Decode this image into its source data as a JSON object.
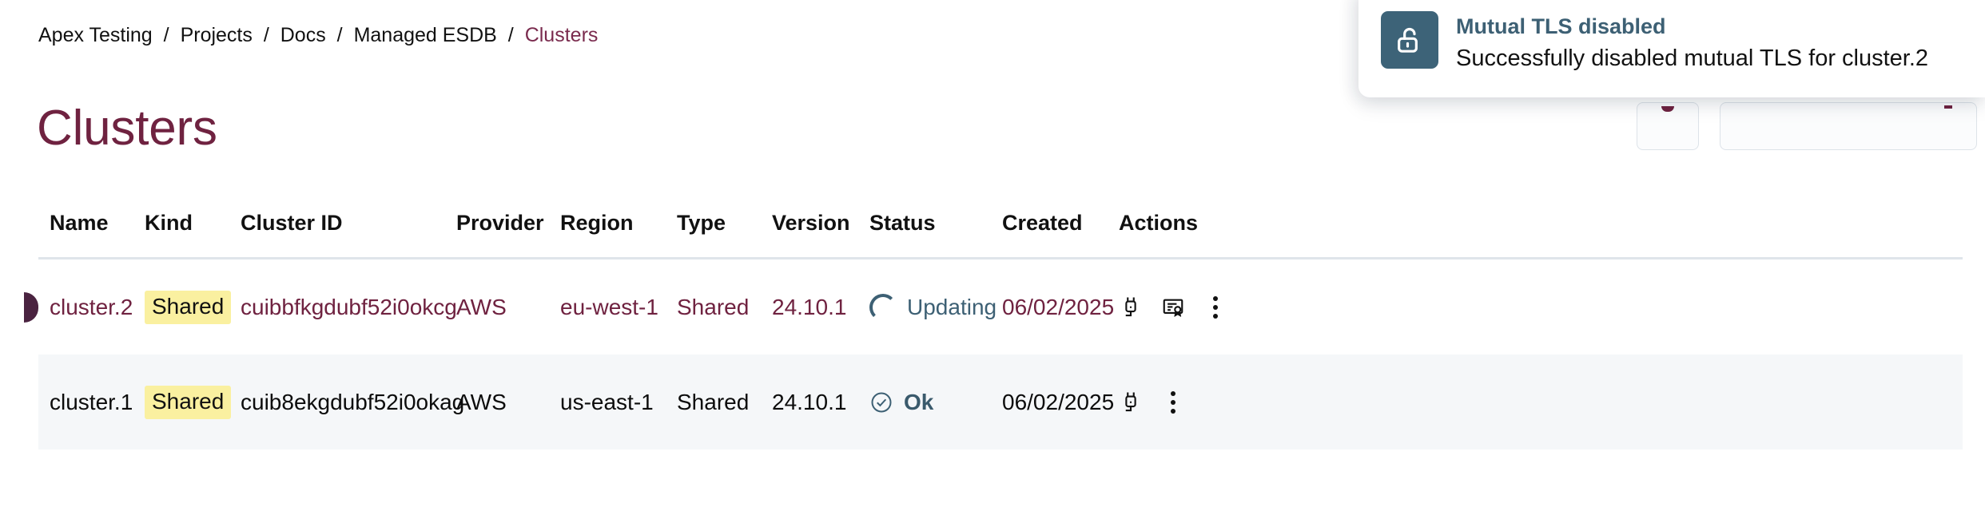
{
  "breadcrumb": {
    "separator": "/",
    "items": [
      {
        "label": "Apex Testing",
        "current": false
      },
      {
        "label": "Projects",
        "current": false
      },
      {
        "label": "Docs",
        "current": false
      },
      {
        "label": "Managed ESDB",
        "current": false
      },
      {
        "label": "Clusters",
        "current": true
      }
    ]
  },
  "page": {
    "title": "Clusters"
  },
  "toolbar": {
    "buttons": [
      {
        "name": "refresh-button",
        "label": ""
      },
      {
        "name": "create-cluster-button",
        "label": ""
      }
    ]
  },
  "table": {
    "columns": [
      "Name",
      "Kind",
      "Cluster ID",
      "Provider",
      "Region",
      "Type",
      "Version",
      "Status",
      "Created",
      "Actions"
    ],
    "rows": [
      {
        "name": "cluster.2",
        "kind": "Shared",
        "cluster_id": "cuibbfkgdubf52i0okcg",
        "provider": "AWS",
        "region": "eu-west-1",
        "type": "Shared",
        "version": "24.10.1",
        "status": "Updating",
        "status_icon": "spinner-icon",
        "created": "06/02/2025",
        "selected": true,
        "actions": [
          "plug-icon",
          "certificate-icon",
          "kebab-menu-icon"
        ]
      },
      {
        "name": "cluster.1",
        "kind": "Shared",
        "cluster_id": "cuib8ekgdubf52i0okag",
        "provider": "AWS",
        "region": "us-east-1",
        "type": "Shared",
        "version": "24.10.1",
        "status": "Ok",
        "status_icon": "check-circle-icon",
        "created": "06/02/2025",
        "selected": false,
        "actions": [
          "plug-icon",
          "kebab-menu-icon"
        ]
      }
    ]
  },
  "toast": {
    "icon": "unlock-icon",
    "title": "Mutual TLS disabled",
    "message": "Successfully disabled mutual TLS for cluster.2"
  },
  "colors": {
    "brand_maroon": "#6f2240",
    "row_indicator": "#4a2340",
    "badge_yellow": "#faf0a0",
    "accent_slate": "#3d6074",
    "toast_icon_bg": "#3d6378",
    "row_alt_bg": "#f5f7f9",
    "divider": "#dfe5ea"
  }
}
